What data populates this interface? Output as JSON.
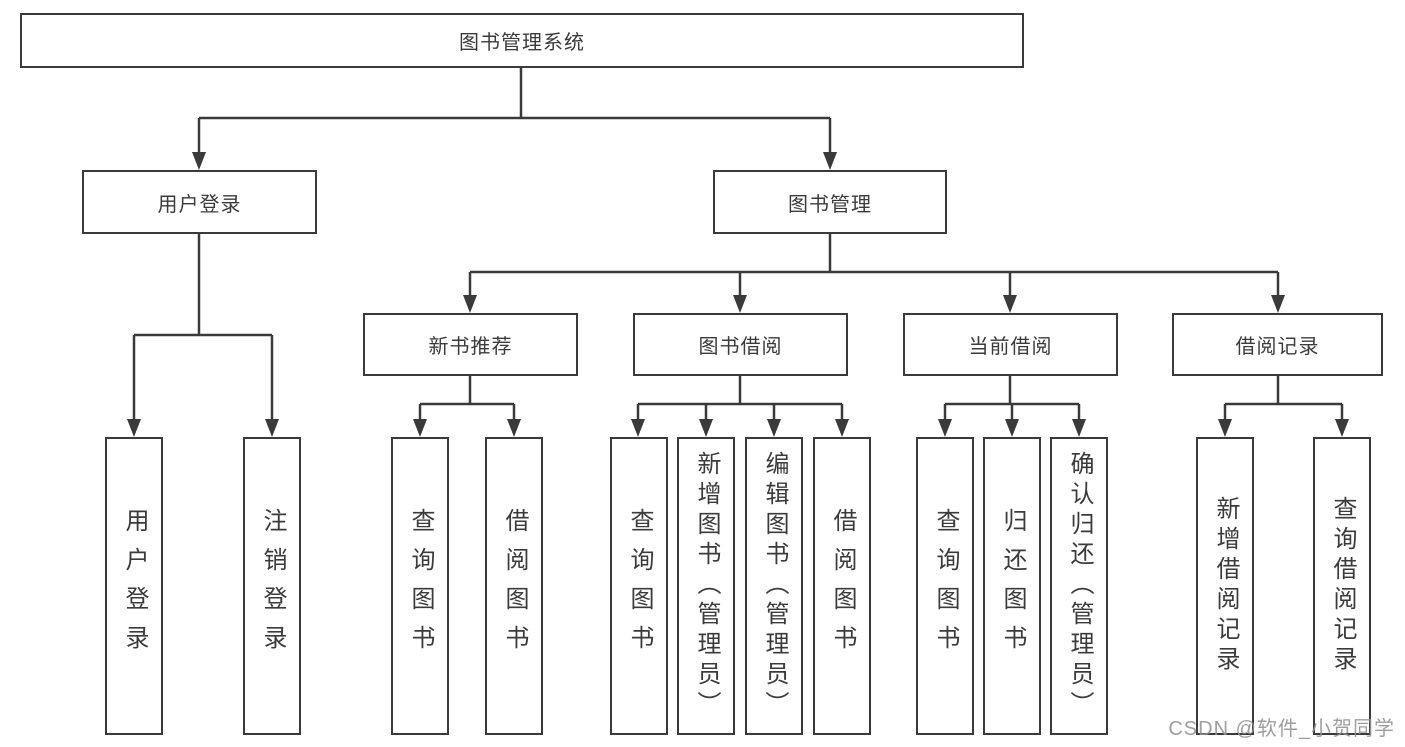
{
  "tree": {
    "root": "图书管理系统",
    "children": [
      {
        "label": "用户登录",
        "children": [
          "用户登录",
          "注销登录"
        ]
      },
      {
        "label": "图书管理",
        "children": [
          {
            "label": "新书推荐",
            "children": [
              "查询图书",
              "借阅图书"
            ]
          },
          {
            "label": "图书借阅",
            "children": [
              "查询图书",
              "新增图书（管理员）",
              "编辑图书（管理员）",
              "借阅图书"
            ]
          },
          {
            "label": "当前借阅",
            "children": [
              "查询图书",
              "归还图书",
              "确认归还（管理员）"
            ]
          },
          {
            "label": "借阅记录",
            "children": [
              "新增借阅记录",
              "查询借阅记录"
            ]
          }
        ]
      }
    ]
  },
  "watermark": "CSDN @软件_小贺同学",
  "colors": {
    "line": "#3a3a3a",
    "text": "#3b3b3b",
    "watermark": "#949494",
    "background": "#ffffff"
  }
}
